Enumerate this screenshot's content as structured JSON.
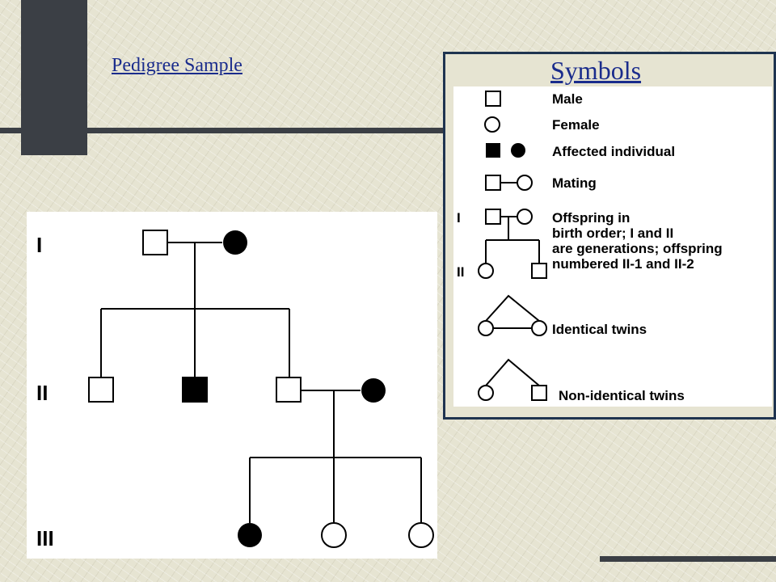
{
  "slide": {
    "title_link": "Pedigree Sample"
  },
  "pedigree": {
    "generations": [
      "I",
      "II",
      "III"
    ]
  },
  "symbols": {
    "title": "Symbols",
    "legend": {
      "male": "Male",
      "female": "Female",
      "affected": "Affected individual",
      "mating": "Mating",
      "offspring_lines": [
        "Offspring in",
        "birth order; I and II",
        "are generations; offspring",
        "numbered II-1 and II-2"
      ],
      "gen_I": "I",
      "gen_II": "II",
      "identical_twins": "Identical twins",
      "non_identical_twins": "Non-identical twins"
    }
  }
}
